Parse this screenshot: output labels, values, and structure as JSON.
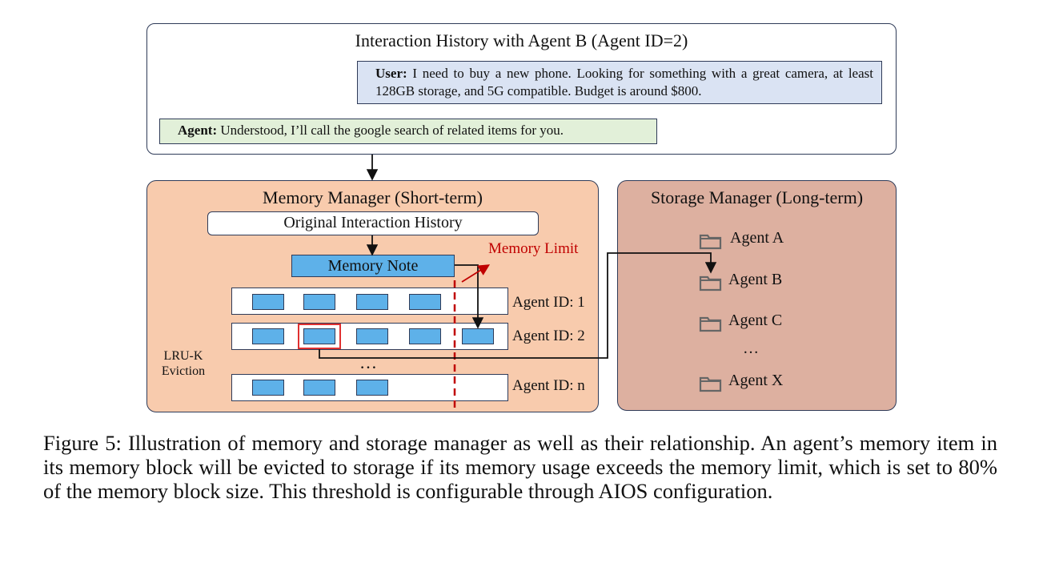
{
  "history": {
    "title": "Interaction History with Agent B (Agent ID=2)",
    "user_label": "User:",
    "user_text": " I need to buy a new phone. Looking for something with a great camera, at least 128GB storage, and 5G compatible. Budget is around $800.",
    "agent_label": "Agent:",
    "agent_text": " Understood, I’ll call the google search of related items for you."
  },
  "memory_manager": {
    "title": "Memory Manager (Short-term)",
    "original_history": "Original Interaction History",
    "memory_note": "Memory Note",
    "memory_limit": "Memory Limit",
    "eviction": "LRU-K Eviction",
    "ellipsis": "…",
    "rows": [
      {
        "label": "Agent ID: 1",
        "blocks": 4
      },
      {
        "label": "Agent ID: 2",
        "blocks": 5
      },
      {
        "label": "Agent ID: n",
        "blocks": 3
      }
    ]
  },
  "storage_manager": {
    "title": "Storage Manager (Long-term)",
    "agents": [
      "Agent A",
      "Agent B",
      "Agent C",
      "…",
      "Agent X"
    ]
  },
  "caption": "Figure 5: Illustration of memory and storage manager as well as their relationship. An agent’s memory item in its memory block will be evicted to storage if its memory usage exceeds the memory limit, which is set to 80% of the memory block size. This threshold is configurable through AIOS configuration.",
  "colors": {
    "memory_bg": "#f8cbad",
    "storage_bg": "#ddb0a0",
    "block": "#5eb1e9",
    "user_bubble": "#dae3f3",
    "agent_bubble": "#e2f0d9",
    "limit": "#c00000"
  }
}
